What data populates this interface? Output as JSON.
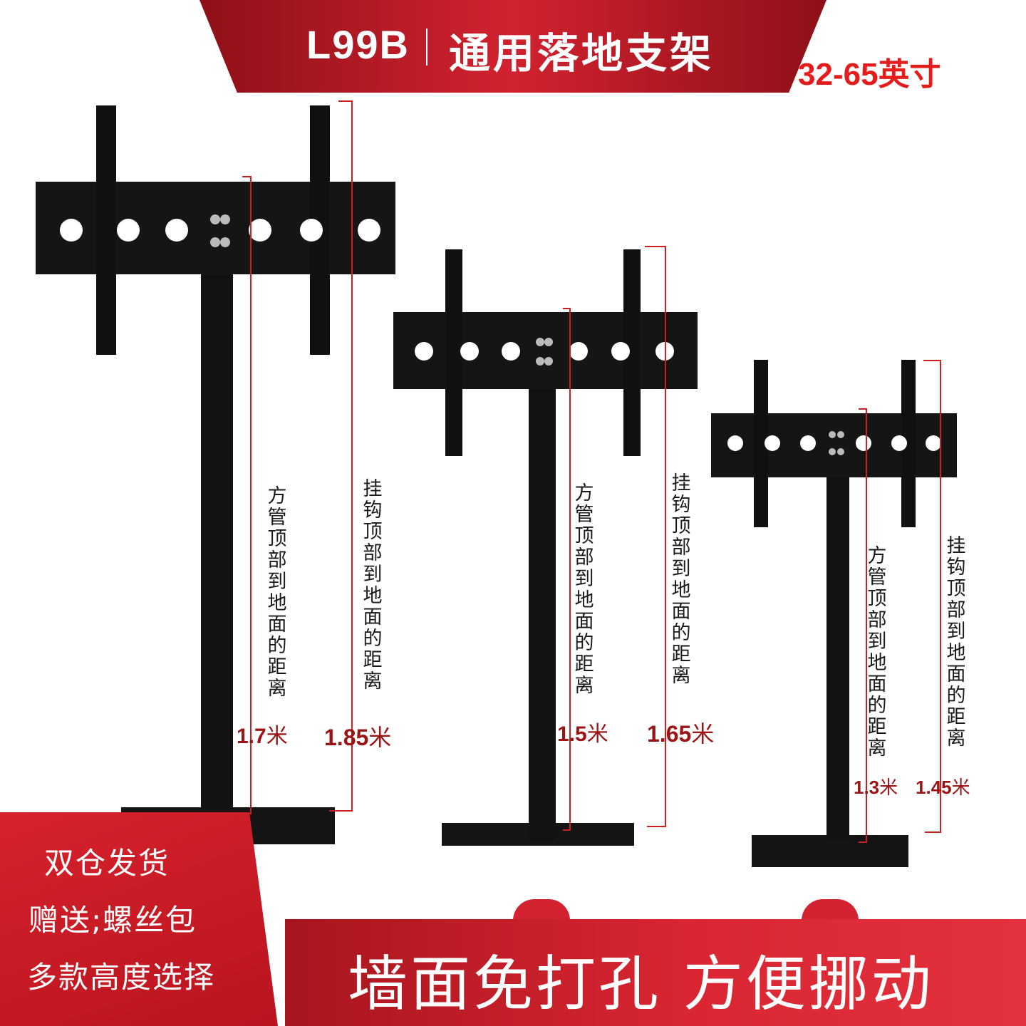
{
  "banner": {
    "model": "L99B",
    "title": "通用落地支架"
  },
  "size_range": "32-65英寸",
  "stands": [
    {
      "pipe_label": "方管顶部到地面的距离",
      "pipe_value": "1.7",
      "hook_label": "挂钩顶部到地面的距离",
      "hook_value": "1.85"
    },
    {
      "pipe_label": "方管顶部到地面的距离",
      "pipe_value": "1.5",
      "hook_label": "挂钩顶部到地面的距离",
      "hook_value": "1.65"
    },
    {
      "pipe_label": "方管顶部到地面的距离",
      "pipe_value": "1.3",
      "hook_label": "挂钩顶部到地面的距离",
      "hook_value": "1.45"
    }
  ],
  "unit": "米",
  "features": [
    "双仓发货",
    "赠送;螺丝包",
    "多款高度选择"
  ],
  "slogan": "墙面免打孔  方便挪动",
  "colors": {
    "accent_red": "#d1222f",
    "measure_red": "#9a1616",
    "metal": "#111111"
  }
}
